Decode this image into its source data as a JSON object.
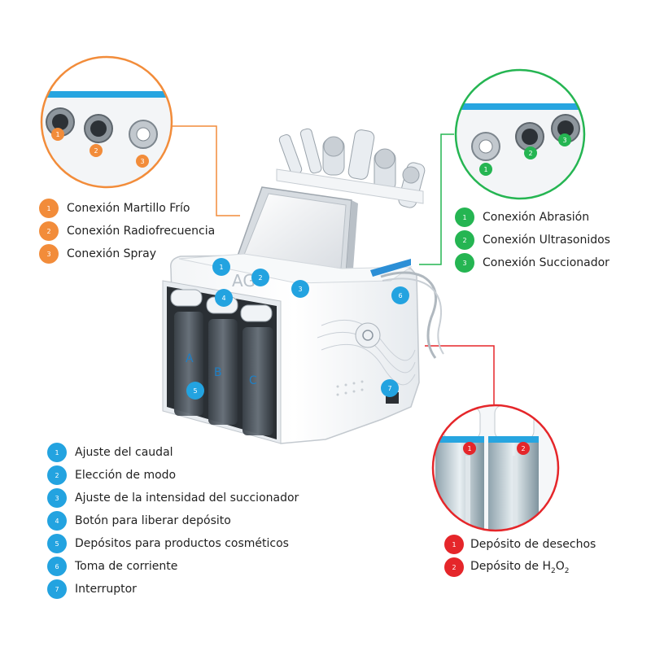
{
  "colors": {
    "orange": "#f28c3a",
    "green": "#25b552",
    "blue": "#23a3e0",
    "red": "#e5262a"
  },
  "orange_legend": [
    {
      "num": "1",
      "label": "Conexión Martillo Frío"
    },
    {
      "num": "2",
      "label": "Conexión Radiofrecuencia"
    },
    {
      "num": "3",
      "label": "Conexión Spray"
    }
  ],
  "green_legend": [
    {
      "num": "1",
      "label": "Conexión Abrasión"
    },
    {
      "num": "2",
      "label": "Conexión Ultrasonidos"
    },
    {
      "num": "3",
      "label": "Conexión Succionador"
    }
  ],
  "blue_legend": [
    {
      "num": "1",
      "label": "Ajuste del caudal"
    },
    {
      "num": "2",
      "label": "Elección de modo"
    },
    {
      "num": "3",
      "label": "Ajuste de la intensidad del succionador"
    },
    {
      "num": "4",
      "label": "Botón para liberar depósito"
    },
    {
      "num": "5",
      "label": "Depósitos para productos cosméticos"
    },
    {
      "num": "6",
      "label": "Toma de corriente"
    },
    {
      "num": "7",
      "label": "Interruptor"
    }
  ],
  "red_legend": [
    {
      "num": "1",
      "label": "Depósito de desechos"
    },
    {
      "num": "2",
      "label_prefix": "Depósito de H",
      "sub1": "2",
      "mid": "O",
      "sub2": "2"
    }
  ],
  "device_markers": [
    "1",
    "2",
    "3",
    "4",
    "5",
    "6",
    "7"
  ],
  "tank_letters": [
    "A",
    "B",
    "C"
  ],
  "logo_text": "AG"
}
